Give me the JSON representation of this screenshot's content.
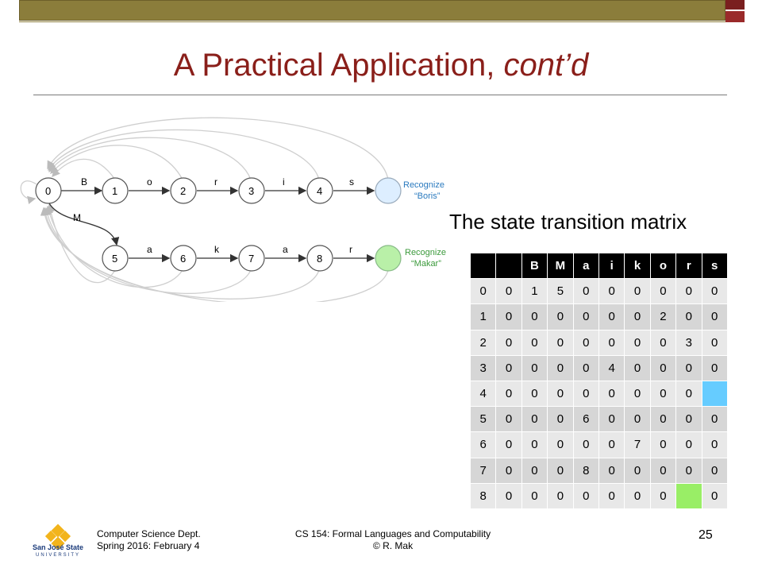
{
  "slide": {
    "title_main": "A Practical Application, ",
    "title_italic": "cont’d",
    "subtitle": "The state transition matrix",
    "page_number": "25"
  },
  "diagram": {
    "states": [
      "0",
      "1",
      "2",
      "3",
      "4",
      "5",
      "6",
      "7",
      "8"
    ],
    "edge_labels": {
      "b": "B",
      "o": "o",
      "r1": "r",
      "i": "i",
      "s": "s",
      "m": "M",
      "a1": "a",
      "k": "k",
      "a2": "a",
      "r2": "r"
    },
    "recognize_boris_line1": "Recognize",
    "recognize_boris_line2": "“Boris”",
    "recognize_makar_line1": "Recognize",
    "recognize_makar_line2": "“Makar”",
    "colors": {
      "boris_state": "#ddeeff",
      "makar_state": "#b9f0a8",
      "state_stroke": "#555555"
    }
  },
  "matrix": {
    "headers": [
      "",
      "",
      "B",
      "M",
      "a",
      "i",
      "k",
      "o",
      "r",
      "s"
    ],
    "rows": [
      [
        "0",
        "0",
        "1",
        "5",
        "0",
        "0",
        "0",
        "0",
        "0",
        "0"
      ],
      [
        "1",
        "0",
        "0",
        "0",
        "0",
        "0",
        "0",
        "2",
        "0",
        "0"
      ],
      [
        "2",
        "0",
        "0",
        "0",
        "0",
        "0",
        "0",
        "0",
        "3",
        "0"
      ],
      [
        "3",
        "0",
        "0",
        "0",
        "0",
        "4",
        "0",
        "0",
        "0",
        "0"
      ],
      [
        "4",
        "0",
        "0",
        "0",
        "0",
        "0",
        "0",
        "0",
        "0",
        ""
      ],
      [
        "5",
        "0",
        "0",
        "0",
        "6",
        "0",
        "0",
        "0",
        "0",
        "0"
      ],
      [
        "6",
        "0",
        "0",
        "0",
        "0",
        "0",
        "7",
        "0",
        "0",
        "0"
      ],
      [
        "7",
        "0",
        "0",
        "0",
        "8",
        "0",
        "0",
        "0",
        "0",
        "0"
      ],
      [
        "8",
        "0",
        "0",
        "0",
        "0",
        "0",
        "0",
        "0",
        "",
        "0"
      ]
    ],
    "highlight_colors": {
      "blue": "#66ccff",
      "green": "#99ee66"
    }
  },
  "footer": {
    "dept": "Computer Science Dept.",
    "term": "Spring 2016: February 4",
    "course": "CS 154: Formal Languages and Computability",
    "author": "© R. Mak",
    "logo_line1": "San José State",
    "logo_line2": "UNIVERSITY"
  }
}
